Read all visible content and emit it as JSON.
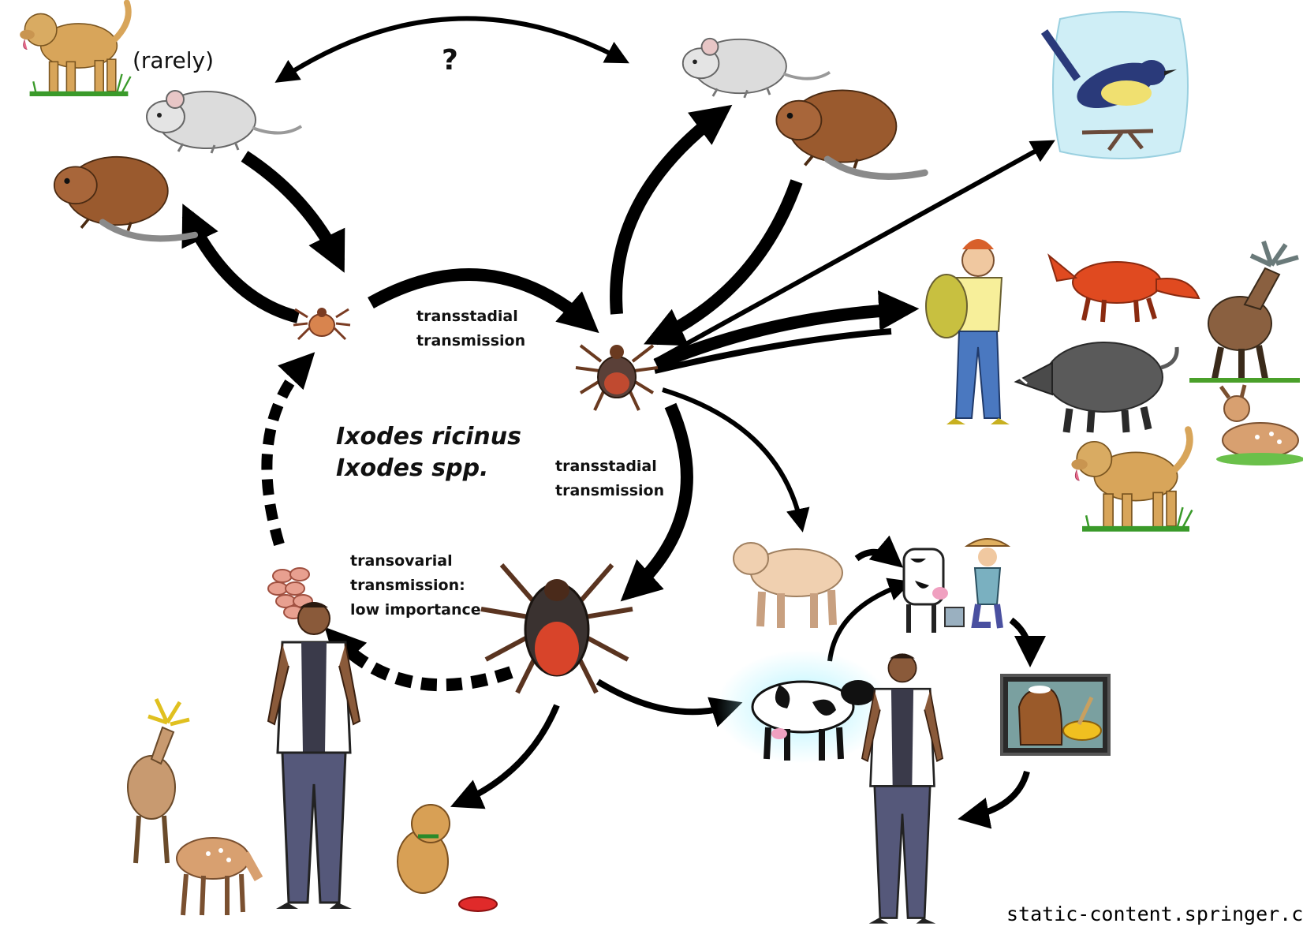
{
  "labels": {
    "rarely": "(rarely)",
    "question": "?",
    "transstadial_top_1": "transstadial",
    "transstadial_top_2": "transmission",
    "transstadial_right_1": "transstadial",
    "transstadial_right_2": "transmission",
    "transovarial_1": "transovarial",
    "transovarial_2": "transmission:",
    "transovarial_3": "low importance",
    "species_1": "Ixodes ricinus",
    "species_2": "Ixodes spp.",
    "source": "static-content.springer.com"
  },
  "colors": {
    "arrow": "#000000",
    "tick_body": "#7a3b22",
    "tick_red": "#d8442a",
    "cow_glow": "#aef3ff"
  }
}
